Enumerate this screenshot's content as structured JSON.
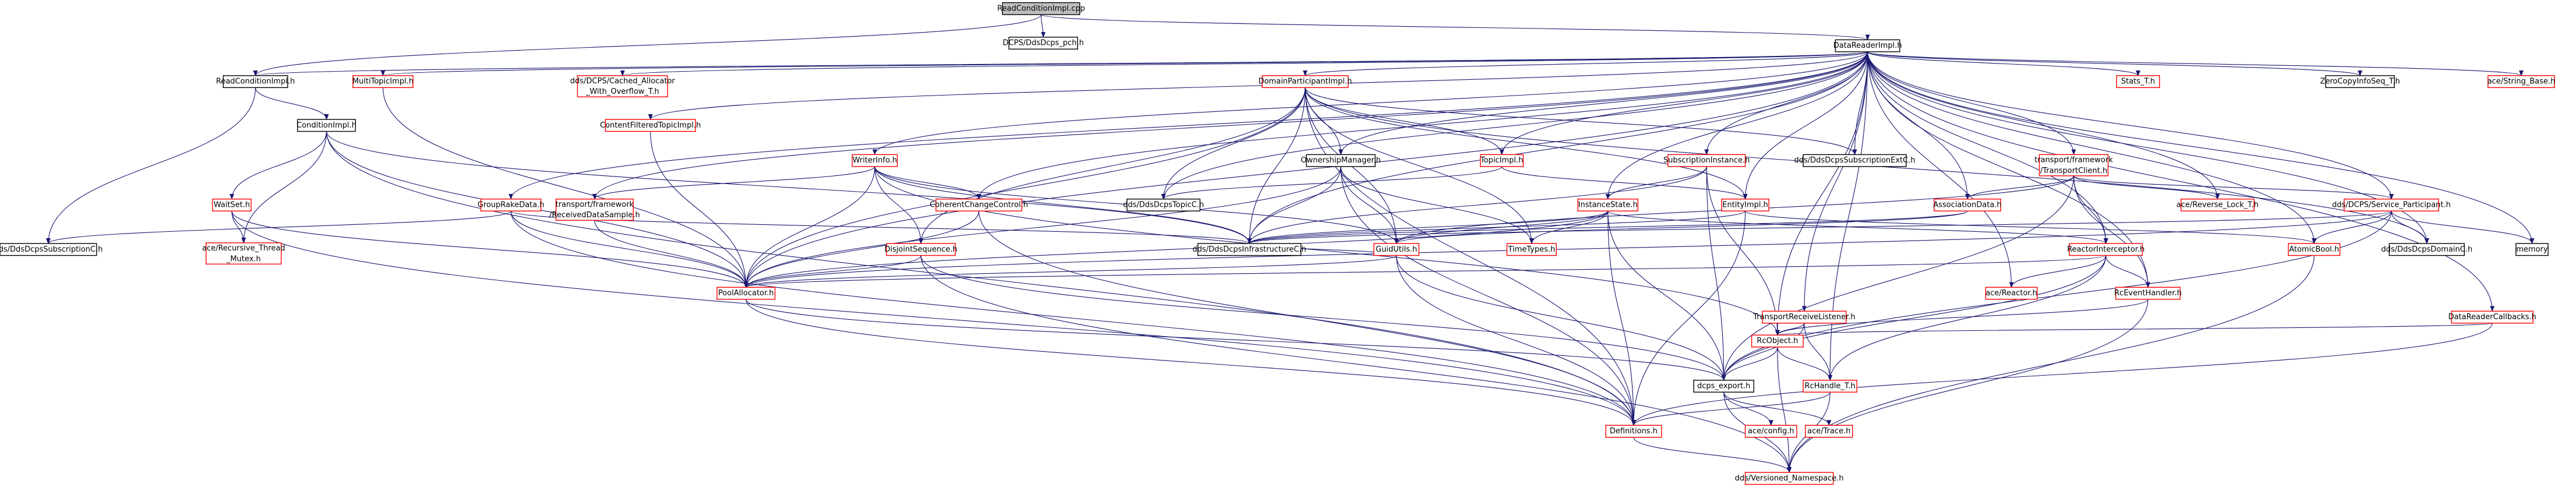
{
  "graph": {
    "colors": {
      "edge": "#191970",
      "text": "#000000",
      "node_border_normal": "#000000",
      "node_border_truncated": "#ff0000",
      "node_fill": "#ffffff",
      "node_fill_root": "#bfbfbf"
    },
    "nodes": [
      {
        "id": "root",
        "label": "ReadConditionImpl.cpp",
        "kind": "root"
      },
      {
        "id": "dcpsh",
        "label": "DCPS/DdsDcps_pch.h",
        "kind": "normal"
      },
      {
        "id": "dri",
        "label": "DataReaderImpl.h",
        "kind": "normal"
      },
      {
        "id": "rci",
        "label": "ReadConditionImpl.h",
        "kind": "normal"
      },
      {
        "id": "mti",
        "label": "MultiTopicImpl.h",
        "kind": "truncated"
      },
      {
        "id": "caw",
        "label": "dds/DCPS/Cached_Allocator_With_Overflow_T.h",
        "kind": "truncated",
        "lines": [
          "dds/DCPS/Cached_Allocator",
          "_With_Overflow_T.h"
        ]
      },
      {
        "id": "dpi",
        "label": "DomainParticipantImpl.h",
        "kind": "truncated"
      },
      {
        "id": "stats",
        "label": "Stats_T.h",
        "kind": "truncated"
      },
      {
        "id": "zcis",
        "label": "ZeroCopyInfoSeq_T.h",
        "kind": "normal"
      },
      {
        "id": "sbase",
        "label": "ace/String_Base.h",
        "kind": "truncated"
      },
      {
        "id": "ci",
        "label": "ConditionImpl.h",
        "kind": "normal"
      },
      {
        "id": "cfti",
        "label": "ContentFilteredTopicImpl.h",
        "kind": "truncated"
      },
      {
        "id": "winfo",
        "label": "WriterInfo.h",
        "kind": "truncated"
      },
      {
        "id": "om",
        "label": "OwnershipManager.h",
        "kind": "normal"
      },
      {
        "id": "ti",
        "label": "TopicImpl.h",
        "kind": "truncated"
      },
      {
        "id": "si",
        "label": "SubscriptionInstance.h",
        "kind": "truncated"
      },
      {
        "id": "dsecxc",
        "label": "dds/DdsDcpsSubscriptionExtC.h",
        "kind": "normal"
      },
      {
        "id": "ttc",
        "label": "transport/framework/TransportClient.h",
        "kind": "truncated",
        "lines": [
          "transport/framework",
          "/TransportClient.h"
        ]
      },
      {
        "id": "ws",
        "label": "WaitSet.h",
        "kind": "truncated"
      },
      {
        "id": "grd",
        "label": "GroupRakeData.h",
        "kind": "truncated"
      },
      {
        "id": "trds",
        "label": "transport/framework/ReceivedDataSample.h",
        "kind": "truncated",
        "lines": [
          "transport/framework",
          "/ReceivedDataSample.h"
        ]
      },
      {
        "id": "ccc",
        "label": "CoherentChangeControl.h",
        "kind": "truncated"
      },
      {
        "id": "dtc",
        "label": "dds/DdsDcpsTopicC.h",
        "kind": "normal"
      },
      {
        "id": "is",
        "label": "InstanceState.h",
        "kind": "truncated"
      },
      {
        "id": "ei",
        "label": "EntityImpl.h",
        "kind": "truncated"
      },
      {
        "id": "ad",
        "label": "AssociationData.h",
        "kind": "truncated"
      },
      {
        "id": "arl",
        "label": "ace/Reverse_Lock_T.h",
        "kind": "truncated"
      },
      {
        "id": "sp",
        "label": "dds/DCPS/Service_Participant.h",
        "kind": "truncated"
      },
      {
        "id": "dsc",
        "label": "dds/DdsDcpsSubscriptionC.h",
        "kind": "normal"
      },
      {
        "id": "artm",
        "label": "ace/Recursive_Thread_Mutex.h",
        "kind": "truncated",
        "lines": [
          "ace/Recursive_Thread",
          "_Mutex.h"
        ]
      },
      {
        "id": "ds",
        "label": "DisjointSequence.h",
        "kind": "truncated"
      },
      {
        "id": "ddic",
        "label": "dds/DdsDcpsInfrastructureC.h",
        "kind": "normal"
      },
      {
        "id": "gu",
        "label": "GuidUtils.h",
        "kind": "truncated"
      },
      {
        "id": "tt",
        "label": "TimeTypes.h",
        "kind": "truncated"
      },
      {
        "id": "ri",
        "label": "ReactorInterceptor.h",
        "kind": "truncated"
      },
      {
        "id": "ab",
        "label": "AtomicBool.h",
        "kind": "truncated"
      },
      {
        "id": "ddd",
        "label": "dds/DdsDcpsDomainC.h",
        "kind": "normal"
      },
      {
        "id": "mem",
        "label": "memory",
        "kind": "normal"
      },
      {
        "id": "pa",
        "label": "PoolAllocator.h",
        "kind": "truncated"
      },
      {
        "id": "trl",
        "label": "TransportReceiveListener.h",
        "kind": "truncated"
      },
      {
        "id": "areact",
        "label": "ace/Reactor.h",
        "kind": "truncated"
      },
      {
        "id": "reh",
        "label": "RcEventHandler.h",
        "kind": "truncated"
      },
      {
        "id": "drc",
        "label": "DataReaderCallbacks.h",
        "kind": "truncated"
      },
      {
        "id": "rco",
        "label": "RcObject.h",
        "kind": "truncated"
      },
      {
        "id": "dexp",
        "label": "dcps_export.h",
        "kind": "normal"
      },
      {
        "id": "rch",
        "label": "RcHandle_T.h",
        "kind": "truncated"
      },
      {
        "id": "defs",
        "label": "Definitions.h",
        "kind": "truncated"
      },
      {
        "id": "acfg",
        "label": "ace/config.h",
        "kind": "truncated"
      },
      {
        "id": "atrace",
        "label": "ace/Trace.h",
        "kind": "truncated"
      },
      {
        "id": "vns",
        "label": "dds/Versioned_Namespace.h",
        "kind": "truncated"
      }
    ],
    "edges": [
      [
        "root",
        "dcpsh"
      ],
      [
        "root",
        "dri"
      ],
      [
        "root",
        "rci"
      ],
      [
        "dri",
        "rci"
      ],
      [
        "dri",
        "mti"
      ],
      [
        "dri",
        "caw"
      ],
      [
        "dri",
        "dpi"
      ],
      [
        "dri",
        "stats"
      ],
      [
        "dri",
        "zcis"
      ],
      [
        "dri",
        "sbase"
      ],
      [
        "dri",
        "cfti"
      ],
      [
        "dri",
        "winfo"
      ],
      [
        "dri",
        "om"
      ],
      [
        "dri",
        "ti"
      ],
      [
        "dri",
        "si"
      ],
      [
        "dri",
        "dsecxc"
      ],
      [
        "dri",
        "ttc"
      ],
      [
        "dri",
        "grd"
      ],
      [
        "dri",
        "trds"
      ],
      [
        "dri",
        "ccc"
      ],
      [
        "dri",
        "dtc"
      ],
      [
        "dri",
        "is"
      ],
      [
        "dri",
        "ei"
      ],
      [
        "dri",
        "ad"
      ],
      [
        "dri",
        "arl"
      ],
      [
        "dri",
        "sp"
      ],
      [
        "dri",
        "ri"
      ],
      [
        "dri",
        "ab"
      ],
      [
        "dri",
        "ddd"
      ],
      [
        "dri",
        "mem"
      ],
      [
        "dri",
        "trl"
      ],
      [
        "dri",
        "areact"
      ],
      [
        "dri",
        "reh"
      ],
      [
        "dri",
        "drc"
      ],
      [
        "dri",
        "rco"
      ],
      [
        "dri",
        "rch"
      ],
      [
        "dri",
        "pa"
      ],
      [
        "dri",
        "ddic"
      ],
      [
        "rci",
        "ci"
      ],
      [
        "rci",
        "dsc"
      ],
      [
        "ci",
        "ws"
      ],
      [
        "ci",
        "artm"
      ],
      [
        "ci",
        "pa"
      ],
      [
        "ci",
        "defs"
      ],
      [
        "ci",
        "ddic"
      ],
      [
        "ws",
        "artm"
      ],
      [
        "ws",
        "pa"
      ],
      [
        "ws",
        "defs"
      ],
      [
        "mti",
        "pa"
      ],
      [
        "cfti",
        "pa"
      ],
      [
        "dpi",
        "om"
      ],
      [
        "dpi",
        "ti"
      ],
      [
        "dpi",
        "dtc"
      ],
      [
        "dpi",
        "ddic"
      ],
      [
        "dpi",
        "gu"
      ],
      [
        "dpi",
        "tt"
      ],
      [
        "dpi",
        "pa"
      ],
      [
        "dpi",
        "defs"
      ],
      [
        "dpi",
        "dsecxc"
      ],
      [
        "dpi",
        "ei"
      ],
      [
        "dpi",
        "ds"
      ],
      [
        "dpi",
        "ddd"
      ],
      [
        "winfo",
        "ccc"
      ],
      [
        "winfo",
        "trds"
      ],
      [
        "winfo",
        "ddic"
      ],
      [
        "winfo",
        "gu"
      ],
      [
        "winfo",
        "ds"
      ],
      [
        "winfo",
        "pa"
      ],
      [
        "winfo",
        "rco"
      ],
      [
        "om",
        "gu"
      ],
      [
        "om",
        "ddic"
      ],
      [
        "om",
        "pa"
      ],
      [
        "om",
        "defs"
      ],
      [
        "om",
        "tt"
      ],
      [
        "ti",
        "ei"
      ],
      [
        "ti",
        "dtc"
      ],
      [
        "si",
        "is"
      ],
      [
        "si",
        "ddic"
      ],
      [
        "si",
        "rco"
      ],
      [
        "si",
        "dexp"
      ],
      [
        "is",
        "gu"
      ],
      [
        "is",
        "tt"
      ],
      [
        "is",
        "pa"
      ],
      [
        "is",
        "dexp"
      ],
      [
        "is",
        "defs"
      ],
      [
        "is",
        "ri"
      ],
      [
        "is",
        "ddic"
      ],
      [
        "ei",
        "ddic"
      ],
      [
        "ei",
        "defs"
      ],
      [
        "ei",
        "ab"
      ],
      [
        "ttc",
        "ad"
      ],
      [
        "ttc",
        "ri"
      ],
      [
        "ttc",
        "arl"
      ],
      [
        "ttc",
        "sp"
      ],
      [
        "ttc",
        "reh"
      ],
      [
        "ttc",
        "dexp"
      ],
      [
        "ttc",
        "gu"
      ],
      [
        "sp",
        "ddd"
      ],
      [
        "sp",
        "mem"
      ],
      [
        "sp",
        "ab"
      ],
      [
        "sp",
        "pa"
      ],
      [
        "sp",
        "dexp"
      ],
      [
        "sp",
        "ddic"
      ],
      [
        "ad",
        "gu"
      ],
      [
        "ad",
        "ddic"
      ],
      [
        "grd",
        "pa"
      ],
      [
        "grd",
        "dsc"
      ],
      [
        "grd",
        "ddic"
      ],
      [
        "grd",
        "defs"
      ],
      [
        "trds",
        "pa"
      ],
      [
        "ccc",
        "pa"
      ],
      [
        "ccc",
        "defs"
      ],
      [
        "ds",
        "pa"
      ],
      [
        "ds",
        "dexp"
      ],
      [
        "ds",
        "vns"
      ],
      [
        "ri",
        "areact"
      ],
      [
        "ri",
        "reh"
      ],
      [
        "ri",
        "rch"
      ],
      [
        "ri",
        "dexp"
      ],
      [
        "ri",
        "pa"
      ],
      [
        "trl",
        "rco"
      ],
      [
        "trl",
        "rch"
      ],
      [
        "trl",
        "dexp"
      ],
      [
        "reh",
        "rco"
      ],
      [
        "reh",
        "vns"
      ],
      [
        "drc",
        "rco"
      ],
      [
        "drc",
        "defs"
      ],
      [
        "rco",
        "dexp"
      ],
      [
        "rco",
        "rch"
      ],
      [
        "rco",
        "vns"
      ],
      [
        "dexp",
        "acfg"
      ],
      [
        "dexp",
        "atrace"
      ],
      [
        "dexp",
        "vns"
      ],
      [
        "rch",
        "defs"
      ],
      [
        "rch",
        "vns"
      ],
      [
        "pa",
        "defs"
      ],
      [
        "pa",
        "dexp"
      ],
      [
        "defs",
        "vns"
      ],
      [
        "ab",
        "vns"
      ],
      [
        "gu",
        "pa"
      ],
      [
        "gu",
        "dexp"
      ],
      [
        "gu",
        "defs"
      ],
      [
        "gu",
        "ddic"
      ]
    ]
  }
}
